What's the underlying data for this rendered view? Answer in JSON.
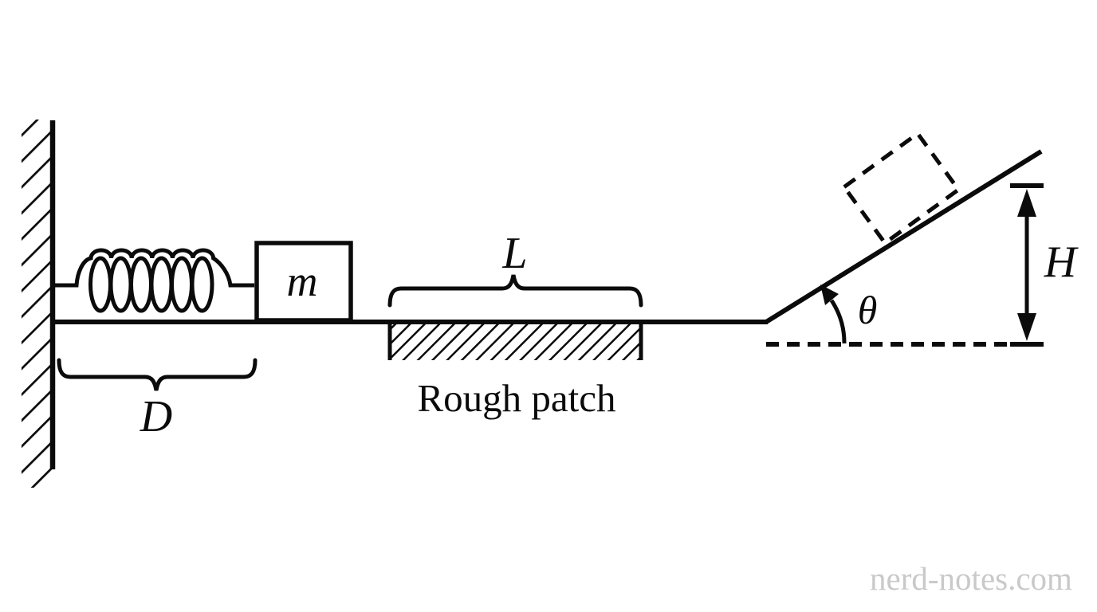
{
  "labels": {
    "mass": "m",
    "spring_gap": "D",
    "patch_length": "L",
    "patch_caption": "Rough patch",
    "angle": "θ",
    "height": "H"
  },
  "watermark": {
    "text": "nerd-notes.com",
    "color": "#c9c9c9"
  },
  "colors": {
    "ink": "#0b0b0b",
    "background": "#ffffff"
  }
}
